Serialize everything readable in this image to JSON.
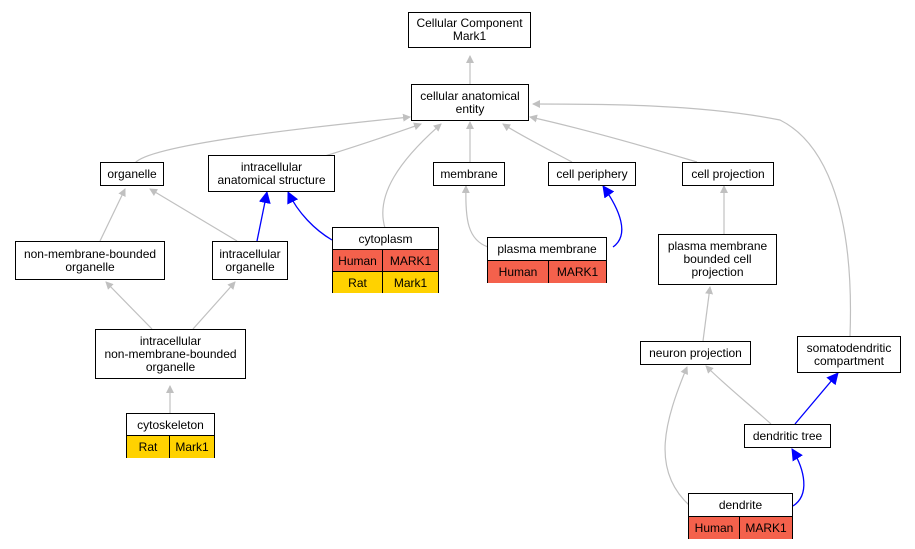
{
  "colors": {
    "grey_edge": "#c0c0c0",
    "blue_edge": "#0000ff",
    "human_fill": "#f4614c",
    "rat_fill": "#ffd200"
  },
  "nodes": {
    "root": {
      "line1": "Cellular Component",
      "line2": "Mark1"
    },
    "cae": {
      "line1": "cellular anatomical",
      "line2": "entity"
    },
    "organelle": {
      "label": "organelle"
    },
    "ias": {
      "line1": "intracellular",
      "line2": "anatomical structure"
    },
    "membrane": {
      "label": "membrane"
    },
    "cell_periphery": {
      "label": "cell periphery"
    },
    "cell_projection": {
      "label": "cell projection"
    },
    "nmbo": {
      "line1": "non-membrane-bounded",
      "line2": "organelle"
    },
    "io": {
      "line1": "intracellular",
      "line2": "organelle"
    },
    "inmbo": {
      "line1": "intracellular",
      "line2": "non-membrane-bounded",
      "line3": "organelle"
    },
    "pmbcp": {
      "line1": "plasma membrane",
      "line2": "bounded cell",
      "line3": "projection"
    },
    "neuron_projection": {
      "label": "neuron projection"
    },
    "somatodendritic": {
      "line1": "somatodendritic",
      "line2": "compartment"
    },
    "dendritic_tree": {
      "label": "dendritic tree"
    },
    "cytoplasm": {
      "label": "cytoplasm",
      "rows": [
        {
          "species": "Human",
          "gene": "MARK1"
        },
        {
          "species": "Rat",
          "gene": "Mark1"
        }
      ]
    },
    "plasma_membrane": {
      "label": "plasma membrane",
      "rows": [
        {
          "species": "Human",
          "gene": "MARK1"
        }
      ]
    },
    "cytoskeleton": {
      "label": "cytoskeleton",
      "rows": [
        {
          "species": "Rat",
          "gene": "Mark1"
        }
      ]
    },
    "dendrite": {
      "label": "dendrite",
      "rows": [
        {
          "species": "Human",
          "gene": "MARK1"
        }
      ]
    }
  }
}
